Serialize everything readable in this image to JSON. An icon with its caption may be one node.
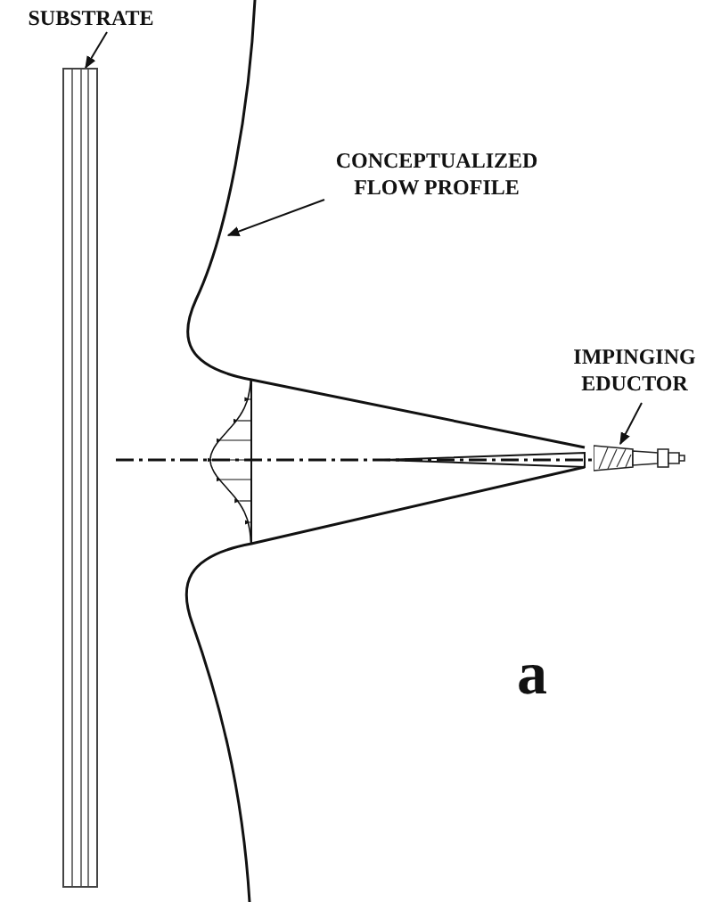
{
  "diagram": {
    "nodes": [
      {
        "text": [
          "SUBSTRATE"
        ]
      },
      {
        "text": [],
        "shape": "bar"
      },
      {
        "text": [
          "CONCEPTUALIZED FLOW PROFILE"
        ]
      },
      {
        "text": [
          "IMPINGING EDUCTOR"
        ]
      },
      {
        "text": [],
        "shape": "nozzle"
      }
    ],
    "edges": [
      {
        "from": 0,
        "to": 1,
        "arrow": "to"
      },
      {
        "from": 2,
        "to": null,
        "arrow": "to"
      },
      {
        "from": 3,
        "to": 4,
        "arrow": "to"
      }
    ],
    "labels": [
      "a"
    ]
  }
}
